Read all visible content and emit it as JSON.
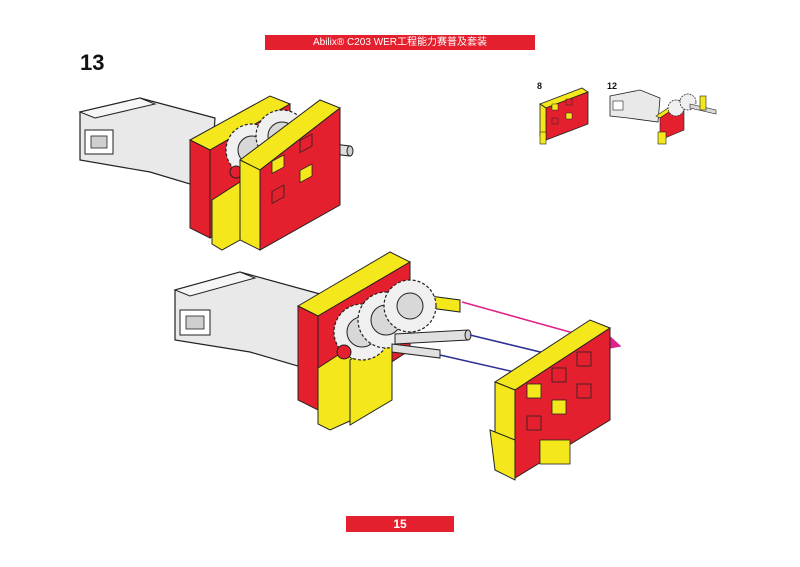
{
  "header": {
    "title": "Abilix® C203 WER工程能力赛普及套装"
  },
  "step": {
    "number": "13"
  },
  "references": [
    {
      "label": "8"
    },
    {
      "label": "12"
    }
  ],
  "footer": {
    "page_number": "15"
  },
  "colors": {
    "accent_red": "#e5202e",
    "part_yellow": "#f4e81c",
    "motor_gray": "#e6e6e6",
    "arrow_magenta": "#e0218a",
    "arrow_blue": "#2b2f8f"
  }
}
